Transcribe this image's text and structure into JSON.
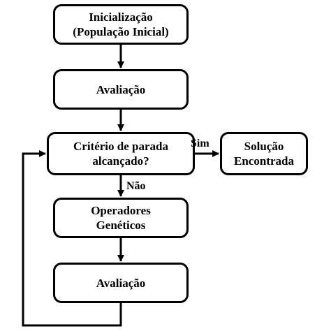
{
  "diagram": {
    "nodes": {
      "init": "Inicialização\n(População Inicial)",
      "eval1": "Avaliação",
      "criterion": "Critério de parada\nalcançado?",
      "solution": "Solução\nEncontrada",
      "operators": "Operadores\nGenéticos",
      "eval2": "Avaliação"
    },
    "edge_labels": {
      "yes": "Sim",
      "no": "Não"
    },
    "edges": [
      {
        "from": "init",
        "to": "eval1"
      },
      {
        "from": "eval1",
        "to": "criterion"
      },
      {
        "from": "criterion",
        "to": "solution",
        "label": "yes"
      },
      {
        "from": "criterion",
        "to": "operators",
        "label": "no"
      },
      {
        "from": "operators",
        "to": "eval2"
      },
      {
        "from": "eval2",
        "to": "criterion",
        "type": "loop-back"
      }
    ],
    "colors": {
      "stroke": "#000000",
      "fill": "#ffffff",
      "text": "#000000"
    }
  }
}
